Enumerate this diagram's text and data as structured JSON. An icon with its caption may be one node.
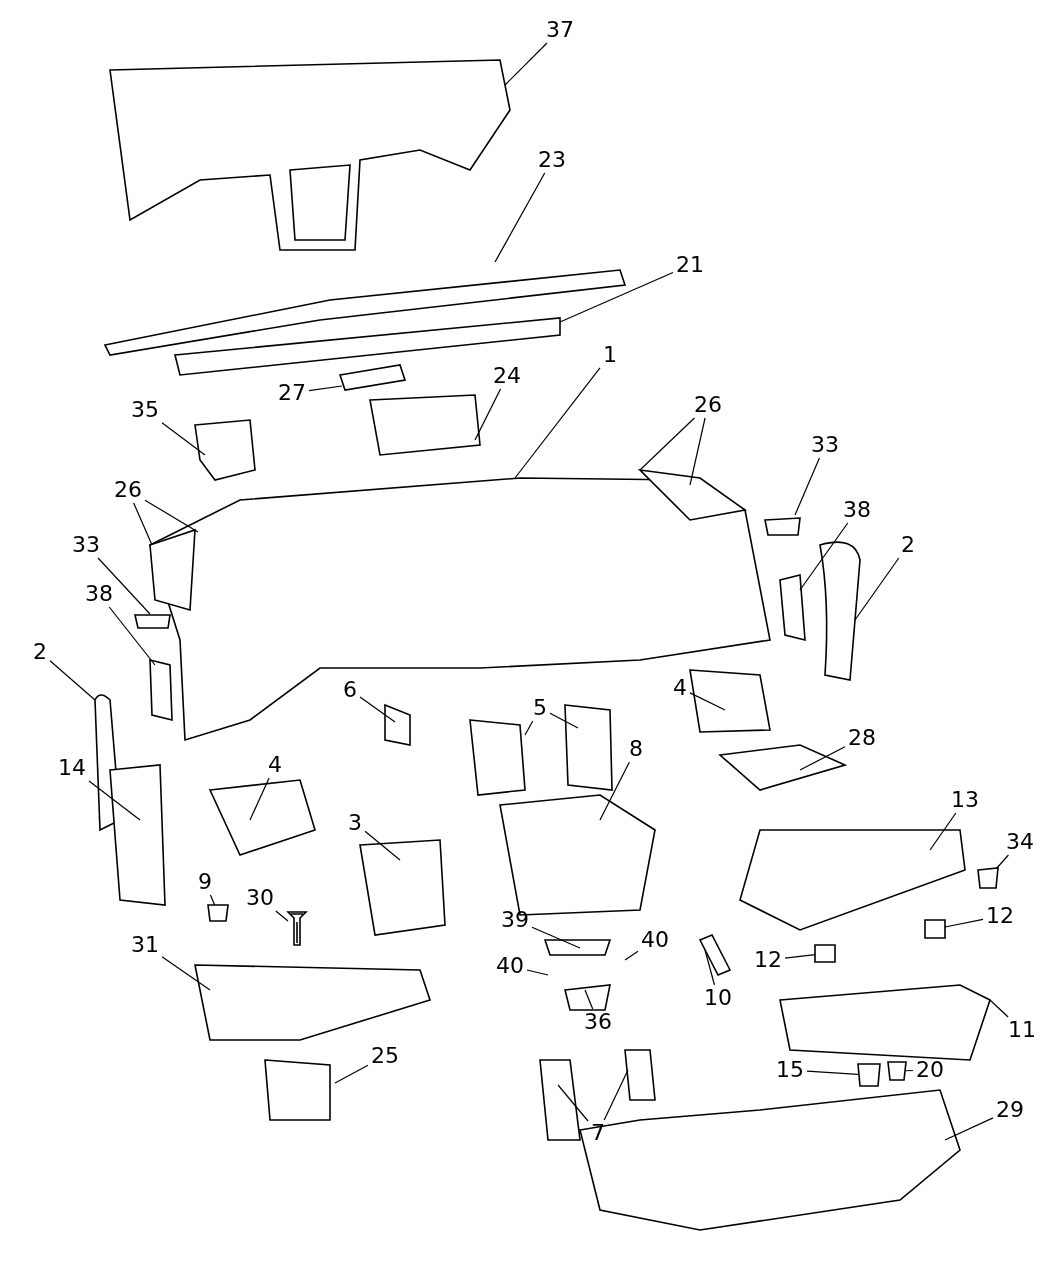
{
  "diagram": {
    "nodes": [
      {
        "text": [
          "37"
        ]
      },
      {
        "text": [
          "23"
        ]
      },
      {
        "text": [
          "21"
        ]
      },
      {
        "text": [
          "1"
        ]
      },
      {
        "text": [
          "26"
        ]
      },
      {
        "text": [
          "27"
        ]
      },
      {
        "text": [
          "24"
        ]
      },
      {
        "text": [
          "35"
        ]
      },
      {
        "text": [
          "26"
        ]
      },
      {
        "text": [
          "33"
        ]
      },
      {
        "text": [
          "38"
        ]
      },
      {
        "text": [
          "2"
        ]
      },
      {
        "text": [
          "33"
        ]
      },
      {
        "text": [
          "38"
        ]
      },
      {
        "text": [
          "2"
        ]
      },
      {
        "text": [
          "4"
        ]
      },
      {
        "text": [
          "5"
        ]
      },
      {
        "text": [
          "6"
        ]
      },
      {
        "text": [
          "28"
        ]
      },
      {
        "text": [
          "8"
        ]
      },
      {
        "text": [
          "4"
        ]
      },
      {
        "text": [
          "14"
        ]
      },
      {
        "text": [
          "13"
        ]
      },
      {
        "text": [
          "3"
        ]
      },
      {
        "text": [
          "34"
        ]
      },
      {
        "text": [
          "9"
        ]
      },
      {
        "text": [
          "30"
        ]
      },
      {
        "text": [
          "12"
        ]
      },
      {
        "text": [
          "39"
        ]
      },
      {
        "text": [
          "40"
        ]
      },
      {
        "text": [
          "31"
        ]
      },
      {
        "text": [
          "12"
        ]
      },
      {
        "text": [
          "40"
        ]
      },
      {
        "text": [
          "10"
        ]
      },
      {
        "text": [
          "36"
        ]
      },
      {
        "text": [
          "11"
        ]
      },
      {
        "text": [
          "25"
        ]
      },
      {
        "text": [
          "15"
        ]
      },
      {
        "text": [
          "20"
        ]
      },
      {
        "text": [
          "29"
        ]
      },
      {
        "text": [
          "7"
        ]
      },
      {
        "text": [],
        "shape": "box"
      },
      {
        "text": [],
        "shape": "box"
      },
      {
        "text": [],
        "shape": "picture"
      },
      {
        "text": [],
        "shape": "box"
      },
      {
        "text": [],
        "shape": "box"
      },
      {
        "text": [],
        "shape": "box"
      },
      {
        "text": [],
        "shape": "box"
      }
    ],
    "edges": [
      {
        "from": 0,
        "to": null,
        "arrow": "none"
      },
      {
        "from": 1,
        "to": null,
        "arrow": "none"
      },
      {
        "from": 2,
        "to": null,
        "arrow": "none"
      },
      {
        "from": 3,
        "to": null,
        "arrow": "none"
      },
      {
        "from": 4,
        "to": null,
        "arrow": "none"
      },
      {
        "from": 4,
        "to": null,
        "arrow": "none"
      },
      {
        "from": 5,
        "to": null,
        "arrow": "none"
      },
      {
        "from": 6,
        "to": null,
        "arrow": "none"
      },
      {
        "from": 7,
        "to": null,
        "arrow": "none"
      },
      {
        "from": 8,
        "to": null,
        "arrow": "none"
      },
      {
        "from": 8,
        "to": null,
        "arrow": "none"
      },
      {
        "from": 9,
        "to": null,
        "arrow": "none"
      },
      {
        "from": 10,
        "to": null,
        "arrow": "none"
      },
      {
        "from": 11,
        "to": null,
        "arrow": "none"
      },
      {
        "from": 12,
        "to": null,
        "arrow": "none"
      },
      {
        "from": 13,
        "to": null,
        "arrow": "none"
      },
      {
        "from": 14,
        "to": null,
        "arrow": "none"
      },
      {
        "from": 15,
        "to": null,
        "arrow": "none"
      },
      {
        "from": 16,
        "to": null,
        "arrow": "none"
      },
      {
        "from": 16,
        "to": null,
        "arrow": "none"
      },
      {
        "from": 17,
        "to": null,
        "arrow": "none"
      },
      {
        "from": 18,
        "to": null,
        "arrow": "none"
      },
      {
        "from": 19,
        "to": null,
        "arrow": "none"
      },
      {
        "from": 20,
        "to": null,
        "arrow": "none"
      },
      {
        "from": 21,
        "to": null,
        "arrow": "none"
      },
      {
        "from": 22,
        "to": null,
        "arrow": "none"
      },
      {
        "from": 23,
        "to": null,
        "arrow": "none"
      },
      {
        "from": 24,
        "to": 41,
        "arrow": "none"
      },
      {
        "from": 25,
        "to": 42,
        "arrow": "none"
      },
      {
        "from": 26,
        "to": 43,
        "arrow": "none"
      },
      {
        "from": 27,
        "to": 44,
        "arrow": "none"
      },
      {
        "from": 28,
        "to": null,
        "arrow": "none"
      },
      {
        "from": 29,
        "to": null,
        "arrow": "none"
      },
      {
        "from": 30,
        "to": null,
        "arrow": "none"
      },
      {
        "from": 31,
        "to": 45,
        "arrow": "none"
      },
      {
        "from": 32,
        "to": null,
        "arrow": "none"
      },
      {
        "from": 33,
        "to": null,
        "arrow": "none"
      },
      {
        "from": 34,
        "to": null,
        "arrow": "none"
      },
      {
        "from": 35,
        "to": null,
        "arrow": "none"
      },
      {
        "from": 36,
        "to": null,
        "arrow": "none"
      },
      {
        "from": 37,
        "to": 46,
        "arrow": "none"
      },
      {
        "from": 38,
        "to": 47,
        "arrow": "none"
      },
      {
        "from": 39,
        "to": null,
        "arrow": "none"
      },
      {
        "from": 40,
        "to": null,
        "arrow": "none"
      },
      {
        "from": 40,
        "to": null,
        "arrow": "none"
      }
    ]
  }
}
